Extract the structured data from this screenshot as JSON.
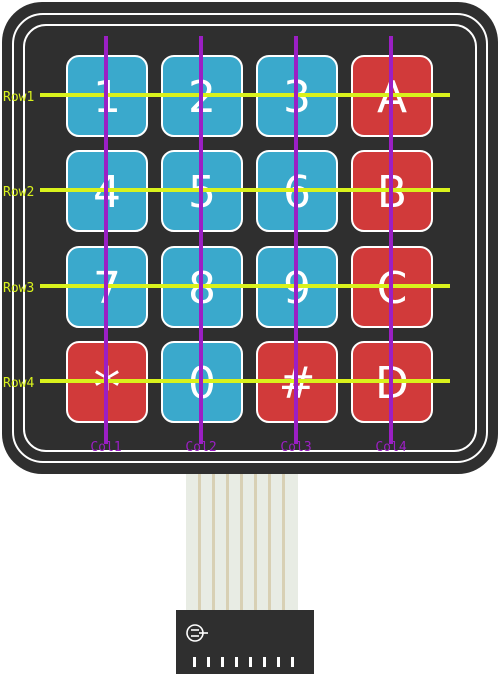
{
  "keys": [
    {
      "label": "1",
      "color": "#3aa9cc"
    },
    {
      "label": "2",
      "color": "#3aa9cc"
    },
    {
      "label": "3",
      "color": "#3aa9cc"
    },
    {
      "label": "A",
      "color": "#d13a3a"
    },
    {
      "label": "4",
      "color": "#3aa9cc"
    },
    {
      "label": "5",
      "color": "#3aa9cc"
    },
    {
      "label": "6",
      "color": "#3aa9cc"
    },
    {
      "label": "B",
      "color": "#d13a3a"
    },
    {
      "label": "7",
      "color": "#3aa9cc"
    },
    {
      "label": "8",
      "color": "#3aa9cc"
    },
    {
      "label": "9",
      "color": "#3aa9cc"
    },
    {
      "label": "C",
      "color": "#d13a3a"
    },
    {
      "label": "*",
      "color": "#d13a3a"
    },
    {
      "label": "0",
      "color": "#3aa9cc"
    },
    {
      "label": "#",
      "color": "#d13a3a"
    },
    {
      "label": "D",
      "color": "#d13a3a"
    }
  ],
  "rows": [
    "Row1",
    "Row2",
    "Row3",
    "Row4"
  ],
  "cols": [
    "Col1",
    "Col2",
    "Col3",
    "Col4"
  ],
  "colors": {
    "body": "#2f2f2f",
    "border": "#ffffff",
    "row_line": "#d9f21c",
    "col_line": "#9b1fc4",
    "key_text": "#ffffff"
  }
}
